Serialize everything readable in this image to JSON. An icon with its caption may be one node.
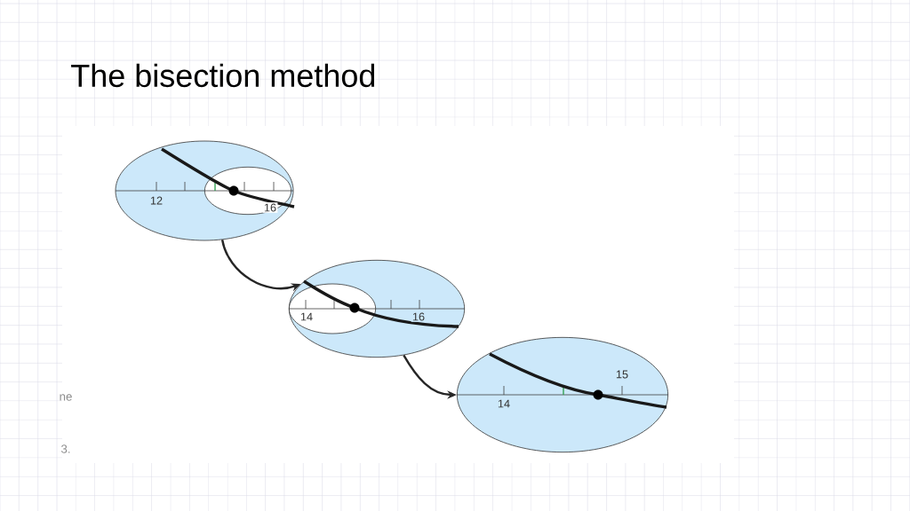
{
  "diagram": {
    "title": "The bisection method",
    "nodes": [
      {
        "text": [
          "12"
        ]
      },
      {
        "text": [
          "16"
        ],
        "in": 0
      },
      {
        "text": [
          "16"
        ]
      },
      {
        "text": [
          "14"
        ],
        "in": 2
      },
      {
        "text": [
          "15",
          "14"
        ]
      }
    ],
    "edges": [
      {
        "from": 0,
        "to": 2,
        "arrow": "to"
      },
      {
        "from": 2,
        "to": 4,
        "arrow": "to"
      }
    ],
    "labels": [
      "ne",
      "3."
    ]
  }
}
